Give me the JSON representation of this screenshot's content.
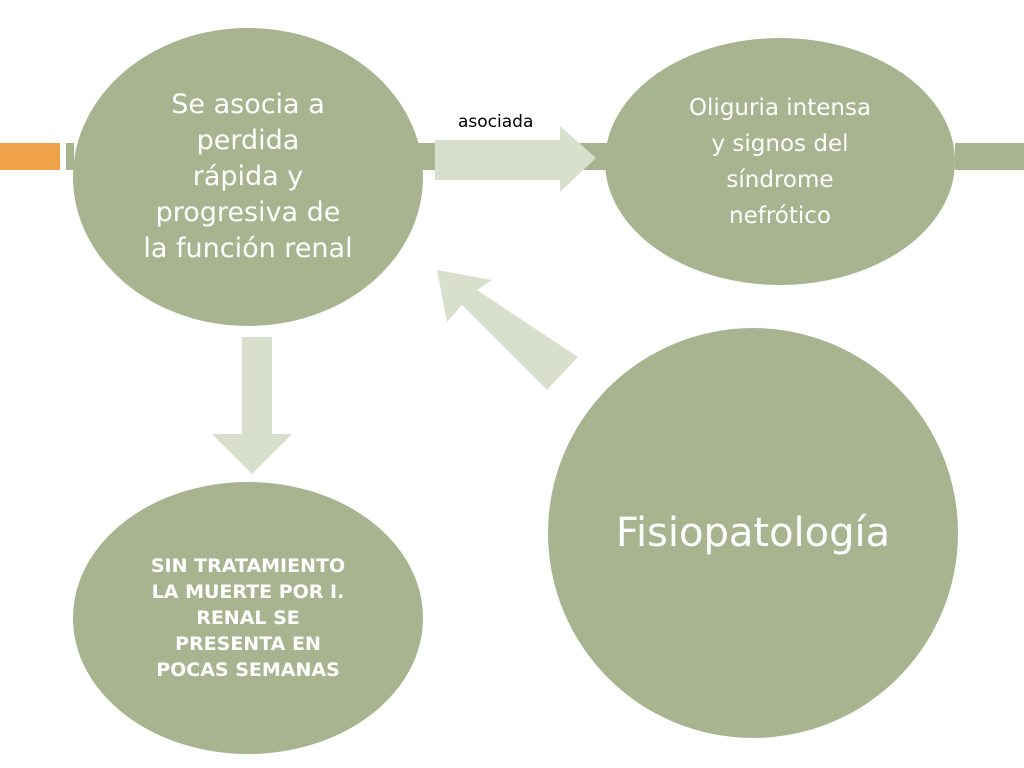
{
  "nodes": {
    "loss": {
      "lines": [
        "Se asocia a",
        "perdida",
        "rápida y",
        "progresiva de",
        "la función renal"
      ]
    },
    "oliguria": {
      "lines": [
        "Oliguria intensa",
        "y signos del",
        "síndrome",
        "nefrótico"
      ]
    },
    "death": {
      "lines": [
        "SIN TRATAMIENTO",
        "LA MUERTE POR I.",
        "RENAL SE",
        "PRESENTA EN",
        "POCAS SEMANAS"
      ]
    },
    "fisio": {
      "label": "Fisiopatología"
    }
  },
  "edges": {
    "loss_to_oliguria": {
      "label": "asociada"
    }
  },
  "colors": {
    "node_fill": "#a7b48f",
    "arrow_fill": "#d8dfcc",
    "accent_orange": "#f0a24b",
    "node_text": "#ffffff"
  }
}
